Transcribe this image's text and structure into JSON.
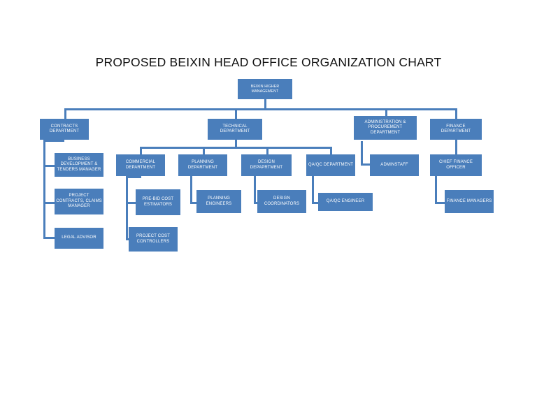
{
  "title": "PROPOSED BEIXIN HEAD OFFICE ORGANIZATION CHART",
  "theme": {
    "box_fill": "#4a7ebb",
    "box_text": "#ffffff",
    "connector": "#4a7ebb",
    "background": "#ffffff",
    "title_color": "#111111"
  },
  "nodes": {
    "root": "BEIXIN HIGHER MANAGEMENT",
    "contracts_department": "CONTRACTS DEPARTMENT",
    "technical_department": "TECHNICAL DEPARTMENT",
    "administration_procurement_department": "ADMINISTRATION & PROCUREMENT DEPARTMENT",
    "finance_department": "FINANCE DEPARTMENT",
    "business_development_tenders_manager": "BUSINESS DEVELOPMENT & TENDERS MANAGER",
    "project_contracts_claims_manager": "PROJECT CONTRACTS, CLAIMS MANAGER",
    "legal_advisor": "LEGAL ADVISOR",
    "commercial_department": "COMMERCIAL DEPARTMENT",
    "pre_bid_cost_estimators": "PRE-BID COST ESTIMATORS",
    "project_cost_controllers": "PROJECT COST CONTROLLERS",
    "planning_department": "PLANNING DEPARTMENT",
    "planning_engineers": "PLANNING ENGINEERS",
    "design_department": "DESIGN DEPAPRTMENT",
    "design_coordinators": "DESIGN COORDINATORS",
    "qaqc_department": "QA/QC DEPARTMENT",
    "qaqc_engineer": "QA/QC ENGINEER",
    "admin_staff": "ADMINSTAFF",
    "chief_finance_officer": "CHIEF FINANCE OFFICER",
    "finance_managers": "FINANCE MANAGERS"
  },
  "chart_data": {
    "type": "diagram",
    "diagram_type": "organization-chart",
    "title": "PROPOSED BEIXIN HEAD OFFICE ORGANIZATION CHART",
    "levels": 4,
    "hierarchy": [
      {
        "id": "root",
        "label": "BEIXIN HIGHER MANAGEMENT",
        "level": 1,
        "children": [
          {
            "id": "contracts_department",
            "label": "CONTRACTS DEPARTMENT",
            "level": 2,
            "children": [
              {
                "id": "business_development_tenders_manager",
                "label": "BUSINESS DEVELOPMENT & TENDERS MANAGER",
                "level": 3,
                "children": []
              },
              {
                "id": "project_contracts_claims_manager",
                "label": "PROJECT CONTRACTS, CLAIMS MANAGER",
                "level": 3,
                "children": []
              },
              {
                "id": "legal_advisor",
                "label": "LEGAL ADVISOR",
                "level": 3,
                "children": []
              }
            ]
          },
          {
            "id": "technical_department",
            "label": "TECHNICAL DEPARTMENT",
            "level": 2,
            "children": [
              {
                "id": "commercial_department",
                "label": "COMMERCIAL DEPARTMENT",
                "level": 3,
                "children": [
                  {
                    "id": "pre_bid_cost_estimators",
                    "label": "PRE-BID COST ESTIMATORS",
                    "level": 4,
                    "children": []
                  },
                  {
                    "id": "project_cost_controllers",
                    "label": "PROJECT COST CONTROLLERS",
                    "level": 4,
                    "children": []
                  }
                ]
              },
              {
                "id": "planning_department",
                "label": "PLANNING DEPARTMENT",
                "level": 3,
                "children": [
                  {
                    "id": "planning_engineers",
                    "label": "PLANNING ENGINEERS",
                    "level": 4,
                    "children": []
                  }
                ]
              },
              {
                "id": "design_department",
                "label": "DESIGN DEPAPRTMENT",
                "level": 3,
                "children": [
                  {
                    "id": "design_coordinators",
                    "label": "DESIGN COORDINATORS",
                    "level": 4,
                    "children": []
                  }
                ]
              },
              {
                "id": "qaqc_department",
                "label": "QA/QC DEPARTMENT",
                "level": 3,
                "children": [
                  {
                    "id": "qaqc_engineer",
                    "label": "QA/QC ENGINEER",
                    "level": 4,
                    "children": []
                  }
                ]
              }
            ]
          },
          {
            "id": "administration_procurement_department",
            "label": "ADMINISTRATION & PROCUREMENT DEPARTMENT",
            "level": 2,
            "children": [
              {
                "id": "admin_staff",
                "label": "ADMINSTAFF",
                "level": 3,
                "children": []
              }
            ]
          },
          {
            "id": "finance_department",
            "label": "FINANCE DEPARTMENT",
            "level": 2,
            "children": [
              {
                "id": "chief_finance_officer",
                "label": "CHIEF FINANCE OFFICER",
                "level": 3,
                "children": [
                  {
                    "id": "finance_managers",
                    "label": "FINANCE MANAGERS",
                    "level": 4,
                    "children": []
                  }
                ]
              }
            ]
          }
        ]
      }
    ]
  }
}
